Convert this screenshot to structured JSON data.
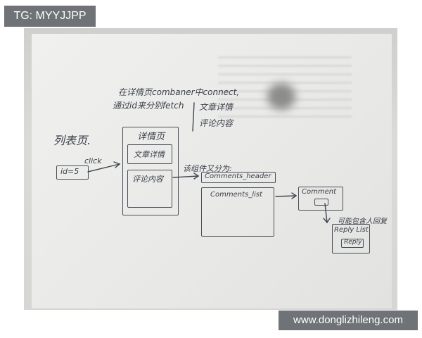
{
  "watermark_top_left": "TG: MYYJJPP",
  "watermark_bottom_right": "www.donglizhileng.com",
  "diagram": {
    "note_line1": "在详情页combaner中connect,",
    "note_line2": "通过id来分别fetch",
    "note_right_1": "文章详情",
    "note_right_2": "评论内容",
    "list_page_label": "列表页.",
    "id_box_label": "id=5",
    "click_label": "click",
    "detail_page_label": "详情页",
    "article_detail_label": "文章详情",
    "comments_content_label": "评论内容",
    "split_label": "该组件又分为:",
    "comments_header_label": "Comments_header",
    "comments_list_label": "Comments_list",
    "comment_label": "Comment",
    "reply_note_label": "可能包含人回复",
    "reply_list_label": "Reply List",
    "reply_label": "Reply"
  }
}
